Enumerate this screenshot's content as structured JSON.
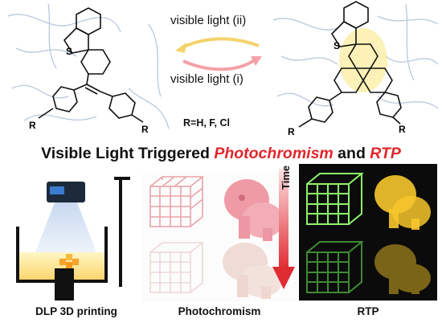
{
  "scheme": {
    "arrow_top_label": "visible light (ii)",
    "arrow_bottom_label": "visible light (i)",
    "substituent_note": "R=H, F, Cl",
    "atom_S": "S",
    "atom_R": "R"
  },
  "title": {
    "prefix": "Visible Light Triggered ",
    "word1": "Photochromism",
    "middle": " and ",
    "word2": "RTP"
  },
  "panels": {
    "printing_caption": "DLP 3D printing",
    "photochromism_caption": "Photochromism",
    "time_label": "Time",
    "rtp_caption": "RTP"
  },
  "colors": {
    "accent_red": "#e1262c",
    "arrow_pink": "#f4a1a8",
    "arrow_yellow": "#f3d36b",
    "glow_yellow": "#f9e57a",
    "rtp_green": "#7bf05a",
    "rtp_gold": "#f7c62b",
    "dark_bg": "#0b0b0b"
  }
}
